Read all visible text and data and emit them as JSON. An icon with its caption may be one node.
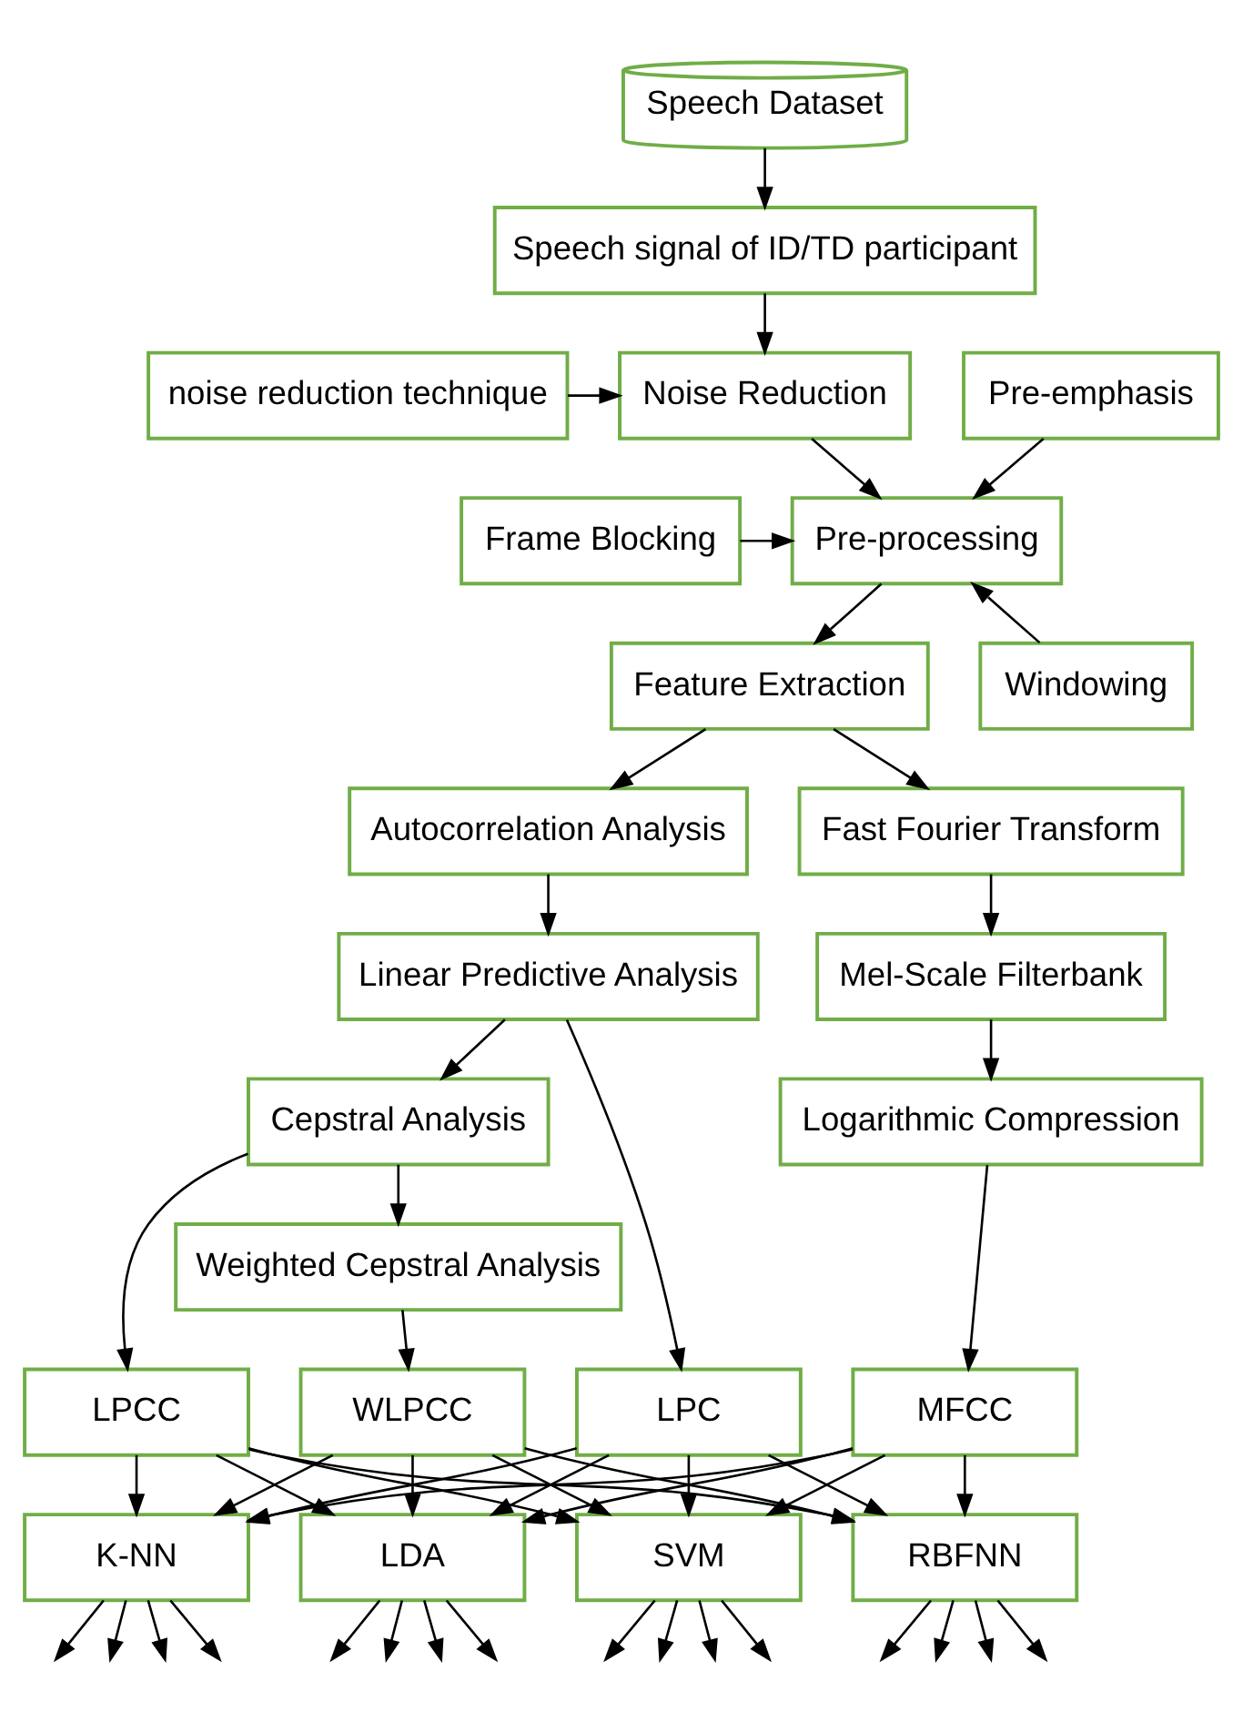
{
  "diagram": {
    "nodes": [
      {
        "text": [
          "Speech Dataset"
        ]
      },
      {
        "text": [
          "Speech signal of ID/TD participant"
        ]
      },
      {
        "text": [
          "noise reduction technique"
        ]
      },
      {
        "text": [
          "Noise Reduction"
        ]
      },
      {
        "text": [
          "Pre-emphasis"
        ]
      },
      {
        "text": [
          "Pre-processing"
        ]
      },
      {
        "text": [
          "Frame Blocking"
        ]
      },
      {
        "text": [
          "Windowing"
        ]
      },
      {
        "text": [
          "Feature Extraction"
        ]
      },
      {
        "text": [
          "Autocorrelation Analysis"
        ]
      },
      {
        "text": [
          "Fast Fourier Transform"
        ]
      },
      {
        "text": [
          "Linear Predictive Analysis"
        ]
      },
      {
        "text": [
          "Mel-Scale Filterbank"
        ]
      },
      {
        "text": [
          "Cepstral Analysis"
        ]
      },
      {
        "text": [
          "Logarithmic Compression"
        ]
      },
      {
        "text": [
          "Weighted Cepstral Analysis"
        ]
      },
      {
        "text": [
          "LPC"
        ]
      },
      {
        "text": [
          "LPCC"
        ]
      },
      {
        "text": [
          "WLPCC"
        ]
      },
      {
        "text": [
          "MFCC"
        ]
      },
      {
        "text": [
          "K-NN"
        ]
      },
      {
        "text": [
          "LDA"
        ]
      },
      {
        "text": [
          "SVM"
        ]
      },
      {
        "text": [
          "RBFNN"
        ]
      }
    ],
    "edges": [
      {
        "from": 0,
        "to": 1,
        "arrow": "to"
      },
      {
        "from": 1,
        "to": 3,
        "arrow": "to"
      },
      {
        "from": 2,
        "to": 3,
        "arrow": "to"
      },
      {
        "from": 3,
        "to": 5,
        "arrow": "to"
      },
      {
        "from": 4,
        "to": 5,
        "arrow": "to"
      },
      {
        "from": 6,
        "to": 5,
        "arrow": "to"
      },
      {
        "from": 7,
        "to": 5,
        "arrow": "to"
      },
      {
        "from": 5,
        "to": 8,
        "arrow": "to"
      },
      {
        "from": 8,
        "to": 9,
        "arrow": "to"
      },
      {
        "from": 8,
        "to": 10,
        "arrow": "to"
      },
      {
        "from": 9,
        "to": 11,
        "arrow": "to"
      },
      {
        "from": 10,
        "to": 12,
        "arrow": "to"
      },
      {
        "from": 11,
        "to": 13,
        "arrow": "to"
      },
      {
        "from": 12,
        "to": 14,
        "arrow": "to"
      },
      {
        "from": 13,
        "to": 15,
        "arrow": "to"
      },
      {
        "from": 11,
        "to": 16,
        "arrow": "to"
      },
      {
        "from": 13,
        "to": 17,
        "arrow": "to"
      },
      {
        "from": 15,
        "to": 18,
        "arrow": "to"
      },
      {
        "from": 14,
        "to": 19,
        "arrow": "to"
      },
      {
        "from": 16,
        "to": 20,
        "arrow": "to"
      },
      {
        "from": 16,
        "to": 21,
        "arrow": "to"
      },
      {
        "from": 16,
        "to": 22,
        "arrow": "to"
      },
      {
        "from": 16,
        "to": 23,
        "arrow": "to"
      },
      {
        "from": 17,
        "to": 20,
        "arrow": "to"
      },
      {
        "from": 17,
        "to": 21,
        "arrow": "to"
      },
      {
        "from": 17,
        "to": 22,
        "arrow": "to"
      },
      {
        "from": 17,
        "to": 23,
        "arrow": "to"
      },
      {
        "from": 18,
        "to": 20,
        "arrow": "to"
      },
      {
        "from": 18,
        "to": 21,
        "arrow": "to"
      },
      {
        "from": 18,
        "to": 22,
        "arrow": "to"
      },
      {
        "from": 18,
        "to": 23,
        "arrow": "to"
      },
      {
        "from": 19,
        "to": 20,
        "arrow": "to"
      },
      {
        "from": 19,
        "to": 21,
        "arrow": "to"
      },
      {
        "from": 19,
        "to": 22,
        "arrow": "to"
      },
      {
        "from": 19,
        "to": 23,
        "arrow": "to"
      },
      {
        "from": 20,
        "to": null,
        "arrow": "to"
      },
      {
        "from": 20,
        "to": null,
        "arrow": "to"
      },
      {
        "from": 20,
        "to": null,
        "arrow": "to"
      },
      {
        "from": 20,
        "to": null,
        "arrow": "to"
      },
      {
        "from": 21,
        "to": null,
        "arrow": "to"
      },
      {
        "from": 21,
        "to": null,
        "arrow": "to"
      },
      {
        "from": 21,
        "to": null,
        "arrow": "to"
      },
      {
        "from": 21,
        "to": null,
        "arrow": "to"
      },
      {
        "from": 22,
        "to": null,
        "arrow": "to"
      },
      {
        "from": 22,
        "to": null,
        "arrow": "to"
      },
      {
        "from": 22,
        "to": null,
        "arrow": "to"
      },
      {
        "from": 22,
        "to": null,
        "arrow": "to"
      },
      {
        "from": 23,
        "to": null,
        "arrow": "to"
      },
      {
        "from": 23,
        "to": null,
        "arrow": "to"
      },
      {
        "from": 23,
        "to": null,
        "arrow": "to"
      },
      {
        "from": 23,
        "to": null,
        "arrow": "to"
      }
    ]
  }
}
